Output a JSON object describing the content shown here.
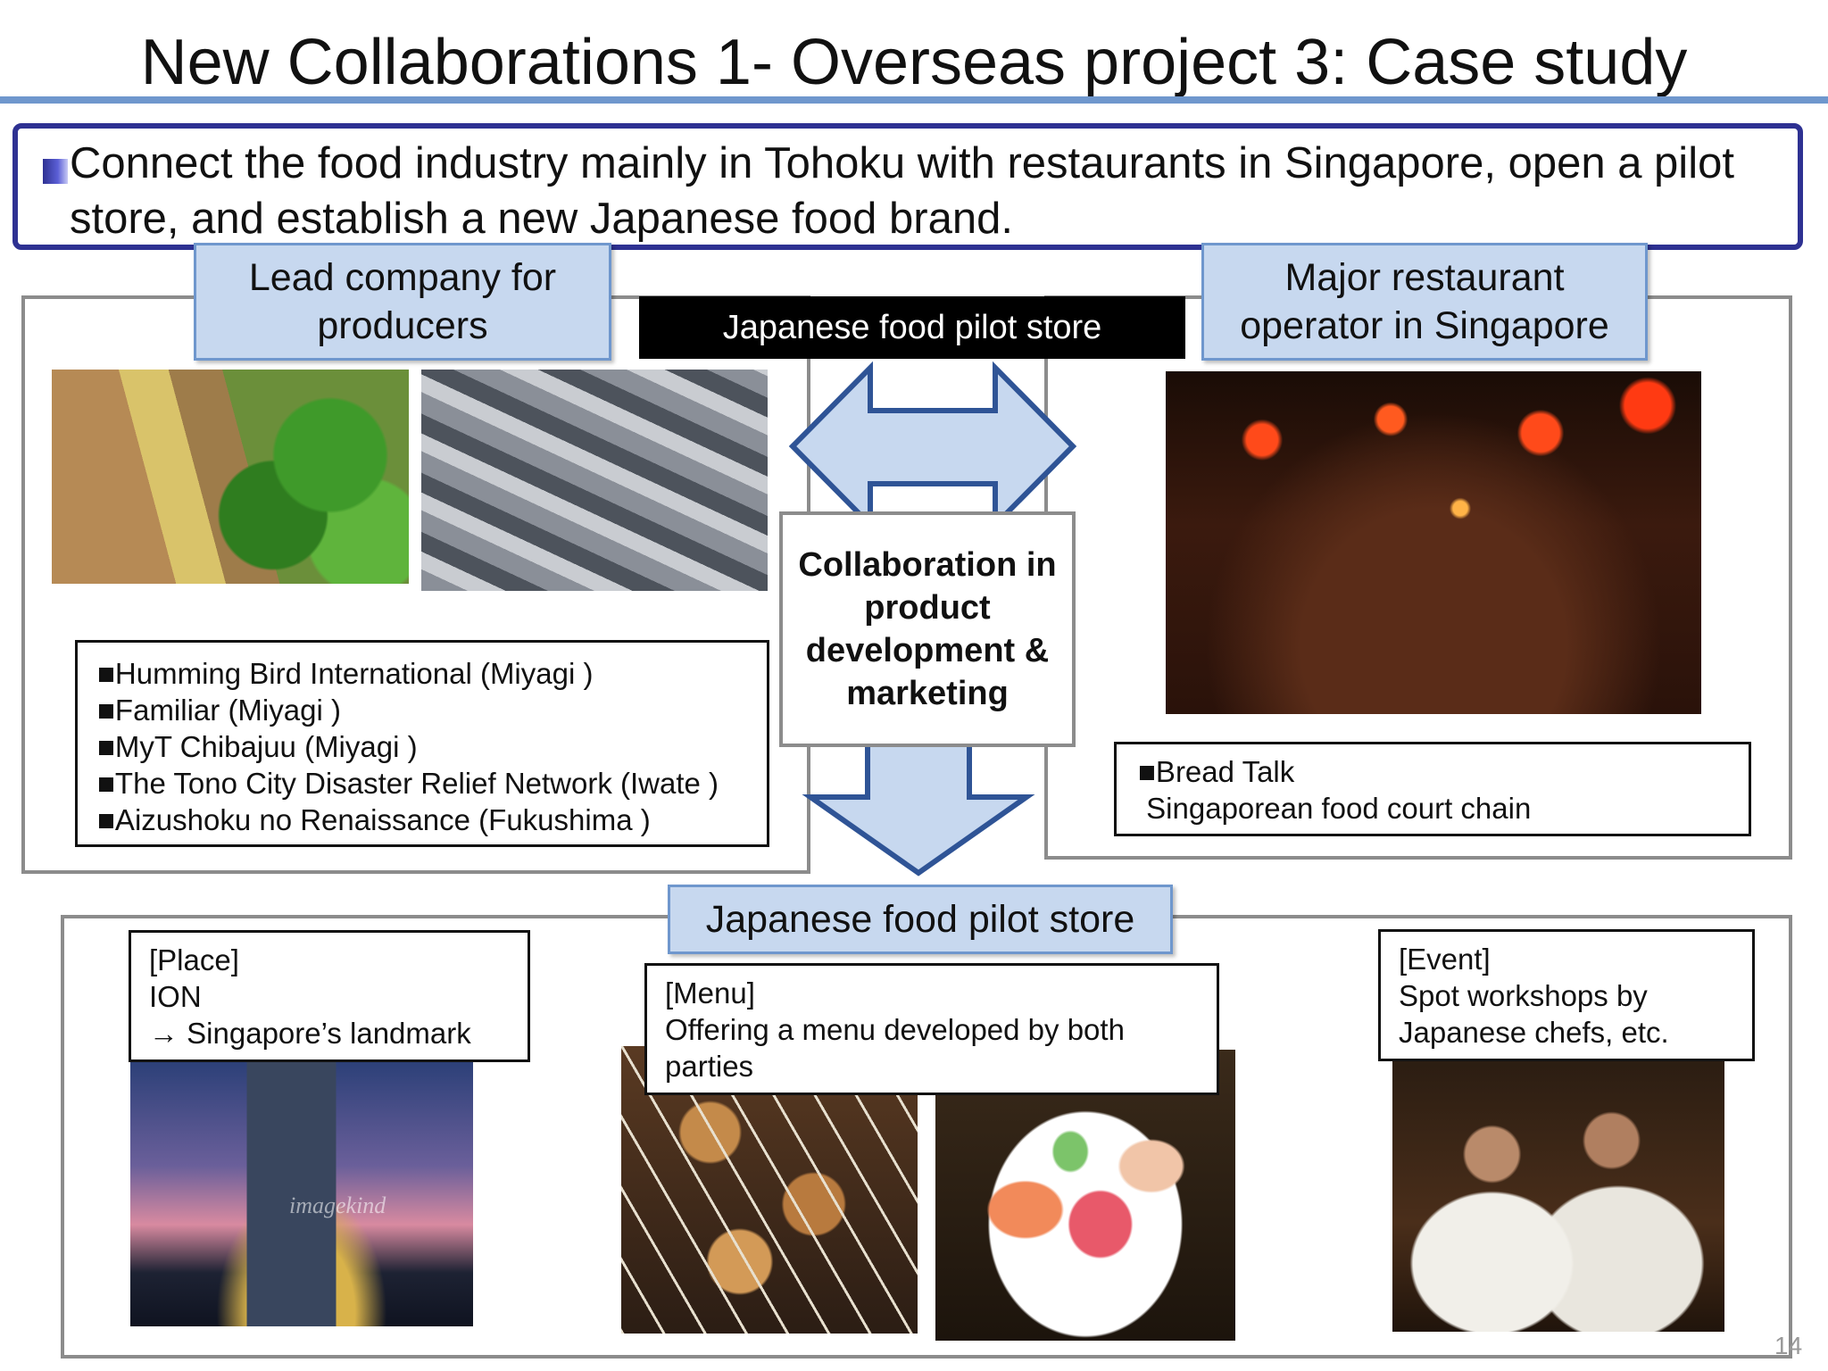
{
  "slide": {
    "title": "New Collaborations 1- Overseas project 3: Case study",
    "intro": "Connect the food industry mainly in Tohoku with restaurants in Singapore, open a pilot store, and establish a new Japanese food brand.",
    "page_number": "14"
  },
  "producers": {
    "label": "Lead company for producers",
    "companies": [
      "■Humming Bird International (Miyagi )",
      "■Familiar (Miyagi )",
      "■MyT Chibajuu (Miyagi )",
      "■The Tono City Disaster Relief Network (Iwate )",
      "■Aizushoku no Renaissance (Fukushima )"
    ]
  },
  "center": {
    "pilot_store_bar": "Japanese food pilot store",
    "collaboration": "Collaboration in product development & marketing"
  },
  "operator": {
    "label": "Major restaurant operator in Singapore",
    "lines": [
      "■Bread Talk",
      " Singaporean food court chain"
    ]
  },
  "pilot_store": {
    "label": "Japanese food pilot store",
    "place": [
      "[Place]",
      "ION",
      "→ Singapore’s landmark"
    ],
    "menu": [
      "[Menu]",
      "Offering a menu developed by both",
      "parties"
    ],
    "event": [
      "[Event]",
      "Spot workshops by",
      "Japanese chefs, etc."
    ],
    "watermark": "imagekind"
  },
  "photos": {
    "produce": "produce-photo",
    "fish": "fish-market-photo",
    "restaurant": "restaurant-interior-photo",
    "building": "ion-building-photo",
    "skewers": "yakitori-photo",
    "sashimi": "sashimi-photo",
    "chefs": "chefs-photo"
  },
  "colors": {
    "accent_blue": "#2e3192",
    "label_fill": "#c7d8ef",
    "arrow_fill": "#c7d8ef",
    "arrow_stroke": "#2f5496",
    "frame_gray": "#8c8c8c"
  }
}
